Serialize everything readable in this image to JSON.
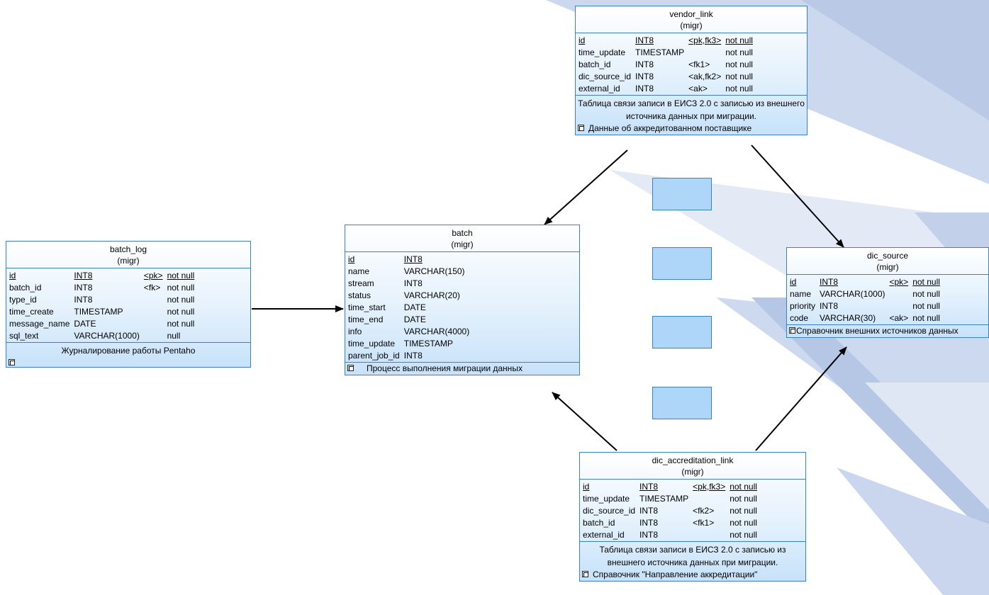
{
  "entities": {
    "vendor_link": {
      "name": "vendor_link",
      "schema": "(migr)",
      "columns": [
        {
          "name": "id",
          "type": "INT8",
          "key": "<pk,fk3>",
          "nullable": "not null",
          "pk": true
        },
        {
          "name": "time_update",
          "type": "TIMESTAMP",
          "key": "",
          "nullable": "not null",
          "pk": false
        },
        {
          "name": "batch_id",
          "type": "INT8",
          "key": "<fk1>",
          "nullable": "not null",
          "pk": false
        },
        {
          "name": "dic_source_id",
          "type": "INT8",
          "key": "<ak,fk2>",
          "nullable": "not null",
          "pk": false
        },
        {
          "name": "external_id",
          "type": "INT8",
          "key": "<ak>",
          "nullable": "not null",
          "pk": false
        }
      ],
      "comment": "Таблица связи записи в ЕИСЗ 2.0 с записью из внешнего источника данных при миграции.",
      "shortcut": "Данные об аккредитованном поставщике"
    },
    "batch_log": {
      "name": "batch_log",
      "schema": "(migr)",
      "columns": [
        {
          "name": "id",
          "type": "INT8",
          "key": "<pk>",
          "nullable": "not null",
          "pk": true
        },
        {
          "name": "batch_id",
          "type": "INT8",
          "key": "<fk>",
          "nullable": "not null",
          "pk": false
        },
        {
          "name": "type_id",
          "type": "INT8",
          "key": "",
          "nullable": "not null",
          "pk": false
        },
        {
          "name": "time_create",
          "type": "TIMESTAMP",
          "key": "",
          "nullable": "not null",
          "pk": false
        },
        {
          "name": "message_name",
          "type": "DATE",
          "key": "",
          "nullable": "not null",
          "pk": false
        },
        {
          "name": "sql_text",
          "type": "VARCHAR(1000)",
          "key": "",
          "nullable": "null",
          "pk": false
        }
      ],
      "comment": "Журналирование работы Pentaho",
      "shortcut": ""
    },
    "batch": {
      "name": "batch",
      "schema": "(migr)",
      "columns": [
        {
          "name": "id",
          "type": "INT8",
          "key": "",
          "nullable": "",
          "pk": true
        },
        {
          "name": "name",
          "type": "VARCHAR(150)",
          "key": "",
          "nullable": "",
          "pk": false
        },
        {
          "name": "stream",
          "type": "INT8",
          "key": "",
          "nullable": "",
          "pk": false
        },
        {
          "name": "status",
          "type": "VARCHAR(20)",
          "key": "",
          "nullable": "",
          "pk": false
        },
        {
          "name": "time_start",
          "type": "DATE",
          "key": "",
          "nullable": "",
          "pk": false
        },
        {
          "name": "time_end",
          "type": "DATE",
          "key": "",
          "nullable": "",
          "pk": false
        },
        {
          "name": "info",
          "type": "VARCHAR(4000)",
          "key": "",
          "nullable": "",
          "pk": false
        },
        {
          "name": "time_update",
          "type": "TIMESTAMP",
          "key": "",
          "nullable": "",
          "pk": false
        },
        {
          "name": "parent_job_id",
          "type": "INT8",
          "key": "",
          "nullable": "",
          "pk": false
        }
      ],
      "comment": "",
      "shortcut": "Процесс выполнения миграции данных"
    },
    "dic_source": {
      "name": "dic_source",
      "schema": "(migr)",
      "columns": [
        {
          "name": "id",
          "type": "INT8",
          "key": "<pk>",
          "nullable": "not null",
          "pk": true
        },
        {
          "name": "name",
          "type": "VARCHAR(1000)",
          "key": "",
          "nullable": "not null",
          "pk": false
        },
        {
          "name": "priority",
          "type": "INT8",
          "key": "",
          "nullable": "not null",
          "pk": false
        },
        {
          "name": "code",
          "type": "VARCHAR(30)",
          "key": "<ak>",
          "nullable": "not null",
          "pk": false
        }
      ],
      "comment": "",
      "shortcut": "Справочник внешних источников данных"
    },
    "dic_accreditation_link": {
      "name": "dic_accreditation_link",
      "schema": "(migr)",
      "columns": [
        {
          "name": "id",
          "type": "INT8",
          "key": "<pk,fk3>",
          "nullable": "not null",
          "pk": true
        },
        {
          "name": "time_update",
          "type": "TIMESTAMP",
          "key": "",
          "nullable": "not null",
          "pk": false
        },
        {
          "name": "dic_source_id",
          "type": "INT8",
          "key": "<fk2>",
          "nullable": "not null",
          "pk": false
        },
        {
          "name": "batch_id",
          "type": "INT8",
          "key": "<fk1>",
          "nullable": "not null",
          "pk": false
        },
        {
          "name": "external_id",
          "type": "INT8",
          "key": "",
          "nullable": "not null",
          "pk": false
        }
      ],
      "comment": "Таблица связи записи в ЕИСЗ 2.0 с записью из внешнего источника данных при миграции.",
      "shortcut": "Справочник \"Направление аккредитации\""
    }
  },
  "colors": {
    "entity_border": "#3b82c4",
    "entity_fill_top": "#ffffff",
    "entity_fill_bottom": "#c7e2fa",
    "placeholder_box": "#aed6f8",
    "arrow": "#000000",
    "background_stripes": "#c5d3ec"
  },
  "placeholder_boxes": 4
}
